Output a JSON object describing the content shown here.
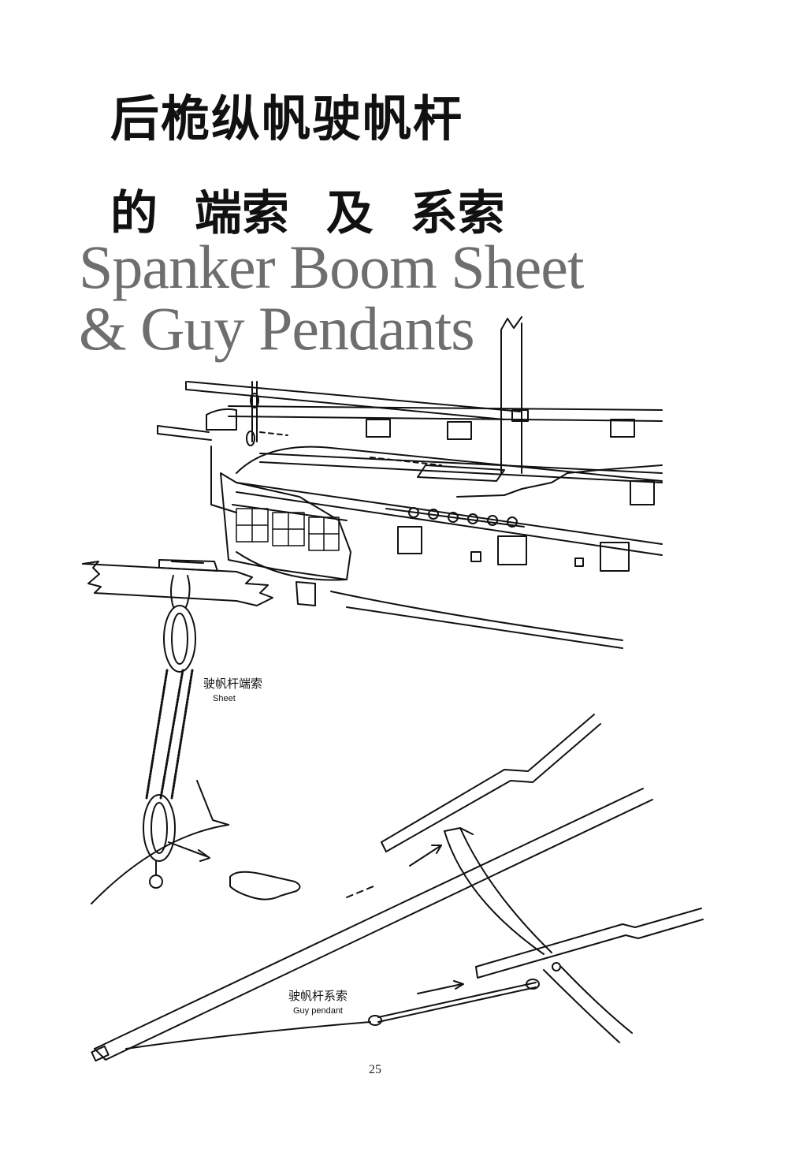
{
  "title": {
    "zh_line1": "后桅纵帆驶帆杆",
    "zh_line2": "的 端索 及 系索",
    "en_line1": "Spanker Boom Sheet",
    "en_line2": "& Guy Pendants"
  },
  "labels": {
    "sheet_zh": "驶帆杆端索",
    "sheet_en": "Sheet",
    "guy_zh": "驶帆杆系索",
    "guy_en": "Guy pendant"
  },
  "page_number": "25"
}
